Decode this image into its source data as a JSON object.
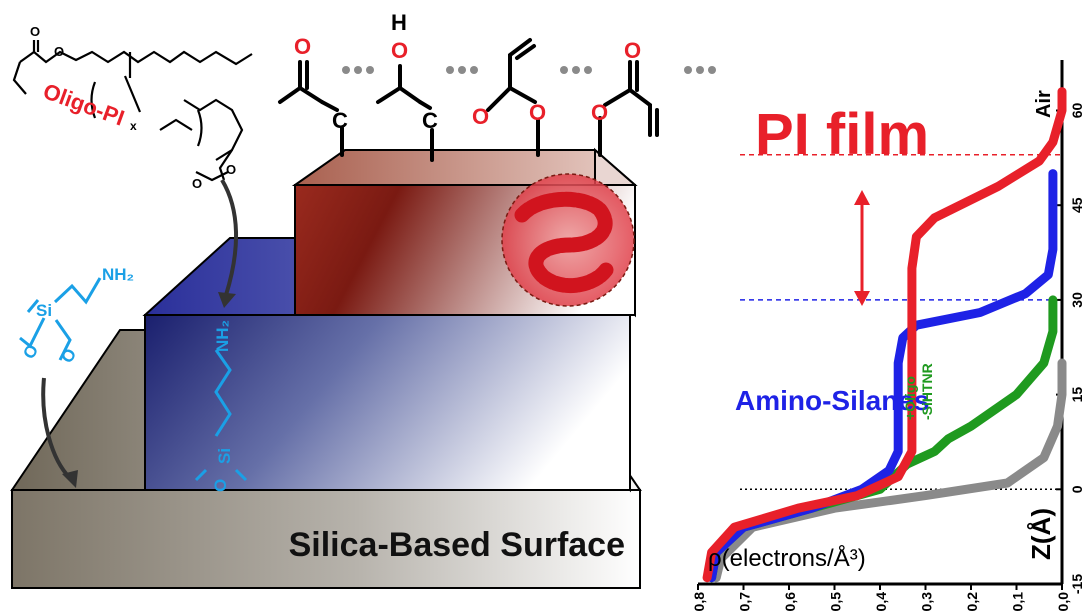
{
  "title": "PI film",
  "layers": {
    "surface": "Silica-Based Surface",
    "amino_label": "Amino-Silanes",
    "oligo_label": "Oligo-PI",
    "hybrid_label_line1": "+Oligo",
    "hybrid_label_line2": "-SiHTNR"
  },
  "chem_labels": {
    "nh2_a": "NH₂",
    "nh2_b": "NH₂",
    "si_a": "Si",
    "si_b": "Si",
    "o_a1": "O",
    "o_a2": "O",
    "o_b1": "O",
    "c1": "C",
    "c2": "C",
    "subscript_x": "x",
    "oligo_o1": "O",
    "oligo_o2": "O",
    "oligo_o3": "O",
    "oligo_o4": "O",
    "top_o1": "O",
    "top_o2": "O",
    "top_o3": "O",
    "top_o4": "O",
    "top_o5": "O",
    "top_o6": "O",
    "top_h": "H"
  },
  "colors": {
    "pi_red": "#e8202a",
    "amino_blue": "#1e22e6",
    "oligo_green": "#1f9a1f",
    "silica_gray": "#8a8a8a",
    "chem_cyan": "#1aa0e6"
  },
  "chart_data": {
    "type": "line",
    "orientation": "rotated",
    "xlabel": "ρ(electrons/Å³)",
    "ylabel": "Z(Å)",
    "top_label": "Air",
    "xlim": [
      0.8,
      0.0
    ],
    "ylim": [
      -15,
      68
    ],
    "x_ticks": [
      "0,8",
      "0,7",
      "0,6",
      "0,5",
      "0,4",
      "0,3",
      "0,2",
      "0,1",
      "0,0"
    ],
    "y_ticks": [
      "-15",
      "0",
      "15",
      "30",
      "45",
      "60"
    ],
    "reference_lines": [
      {
        "z": 0,
        "color": "#000000"
      },
      {
        "z": 30,
        "color": "#1e22e6"
      },
      {
        "z": 53,
        "color": "#e8202a"
      }
    ],
    "series": [
      {
        "color": "#8a8a8a",
        "points": [
          [
            0.76,
            -14
          ],
          [
            0.75,
            -11
          ],
          [
            0.68,
            -6
          ],
          [
            0.5,
            -3
          ],
          [
            0.3,
            -1
          ],
          [
            0.12,
            1
          ],
          [
            0.04,
            5
          ],
          [
            0.01,
            10
          ],
          [
            0.0,
            15
          ],
          [
            0.0,
            20
          ]
        ]
      },
      {
        "color": "#1f9a1f",
        "points": [
          [
            0.77,
            -14
          ],
          [
            0.76,
            -10
          ],
          [
            0.7,
            -6
          ],
          [
            0.55,
            -3
          ],
          [
            0.4,
            0
          ],
          [
            0.34,
            4
          ],
          [
            0.28,
            6
          ],
          [
            0.25,
            8
          ],
          [
            0.2,
            10
          ],
          [
            0.1,
            15
          ],
          [
            0.04,
            20
          ],
          [
            0.02,
            25
          ],
          [
            0.02,
            30
          ]
        ]
      },
      {
        "color": "#1e22e6",
        "points": [
          [
            0.77,
            -14
          ],
          [
            0.76,
            -10
          ],
          [
            0.7,
            -6
          ],
          [
            0.55,
            -3
          ],
          [
            0.44,
            0
          ],
          [
            0.38,
            3
          ],
          [
            0.36,
            6
          ],
          [
            0.36,
            8
          ],
          [
            0.36,
            20
          ],
          [
            0.35,
            24
          ],
          [
            0.32,
            26
          ],
          [
            0.18,
            28
          ],
          [
            0.08,
            31
          ],
          [
            0.03,
            34
          ],
          [
            0.02,
            38
          ],
          [
            0.02,
            50
          ]
        ]
      },
      {
        "color": "#e8202a",
        "points": [
          [
            0.78,
            -14
          ],
          [
            0.77,
            -10
          ],
          [
            0.72,
            -6
          ],
          [
            0.58,
            -3
          ],
          [
            0.45,
            -1
          ],
          [
            0.36,
            2
          ],
          [
            0.33,
            6
          ],
          [
            0.33,
            12
          ],
          [
            0.33,
            35
          ],
          [
            0.32,
            40
          ],
          [
            0.28,
            43
          ],
          [
            0.14,
            48
          ],
          [
            0.05,
            52
          ],
          [
            0.02,
            55
          ],
          [
            0.0,
            60
          ],
          [
            0.0,
            63
          ]
        ]
      }
    ]
  }
}
